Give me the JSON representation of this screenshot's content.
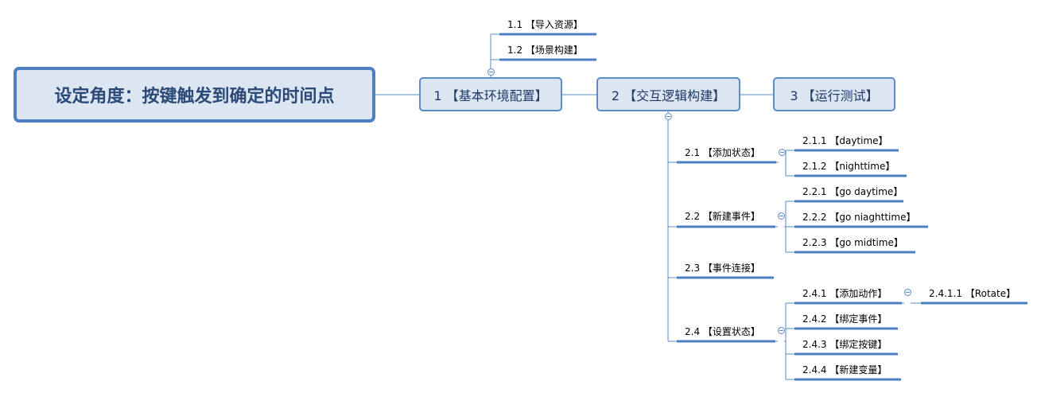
{
  "root": {
    "label": "设定角度：按键触发到确定的时间点"
  },
  "branches": [
    {
      "id": "1",
      "label": "1 【基本环境配置】",
      "children": [
        {
          "label": "1.1 【导入资源】"
        },
        {
          "label": "1.2 【场景构建】"
        }
      ]
    },
    {
      "id": "2",
      "label": "2 【交互逻辑构建】",
      "children": [
        {
          "label": "2.1 【添加状态】",
          "children": [
            {
              "label": "2.1.1 【daytime】"
            },
            {
              "label": "2.1.2 【nighttime】"
            }
          ]
        },
        {
          "label": "2.2 【新建事件】",
          "children": [
            {
              "label": "2.2.1 【go daytime】"
            },
            {
              "label": "2.2.2 【go niaghttime】"
            },
            {
              "label": "2.2.3 【go midtime】"
            }
          ]
        },
        {
          "label": "2.3 【事件连接】"
        },
        {
          "label": "2.4 【设置状态】",
          "children": [
            {
              "label": "2.4.1 【添加动作】",
              "children": [
                {
                  "label": "2.4.1.1 【Rotate】"
                }
              ]
            },
            {
              "label": "2.4.2 【绑定事件】"
            },
            {
              "label": "2.4.3 【绑定按键】"
            },
            {
              "label": "2.4.4 【新建变量】"
            }
          ]
        }
      ]
    },
    {
      "id": "3",
      "label": "3 【运行测试】"
    }
  ],
  "colors": {
    "line": "#5b8bc9",
    "underline": "#4f7fc3",
    "box_fill": "#dce6f2",
    "root_text": "#2b4a77"
  }
}
